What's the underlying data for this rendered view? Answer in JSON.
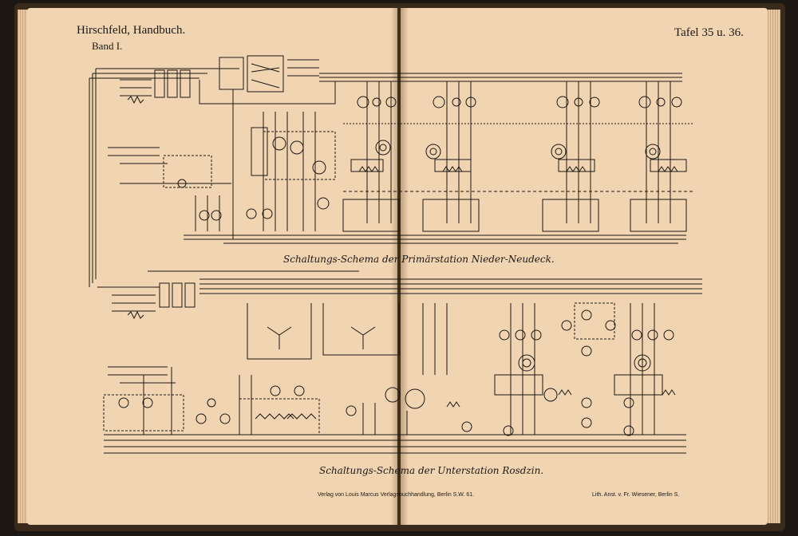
{
  "header": {
    "left_title": "Hirschfeld, Handbuch.",
    "left_subtitle": "Band I.",
    "right_title": "Tafel 35 u. 36."
  },
  "diagrams": {
    "upper_caption": "Schaltungs-Schema der Primärstation Nieder-Neudeck.",
    "lower_caption": "Schaltungs-Schema der Unterstation Rosdzin."
  },
  "footer": {
    "publisher": "Verlag von Louis Marcus Verlagsbuchhandlung, Berlin S.W. 61.",
    "printer": "Lith. Anst. v. Fr. Wiesener, Berlin S."
  },
  "colors": {
    "paper": "#f1d5b2",
    "ink": "#1c1712",
    "binding": "#3a2a1c"
  }
}
